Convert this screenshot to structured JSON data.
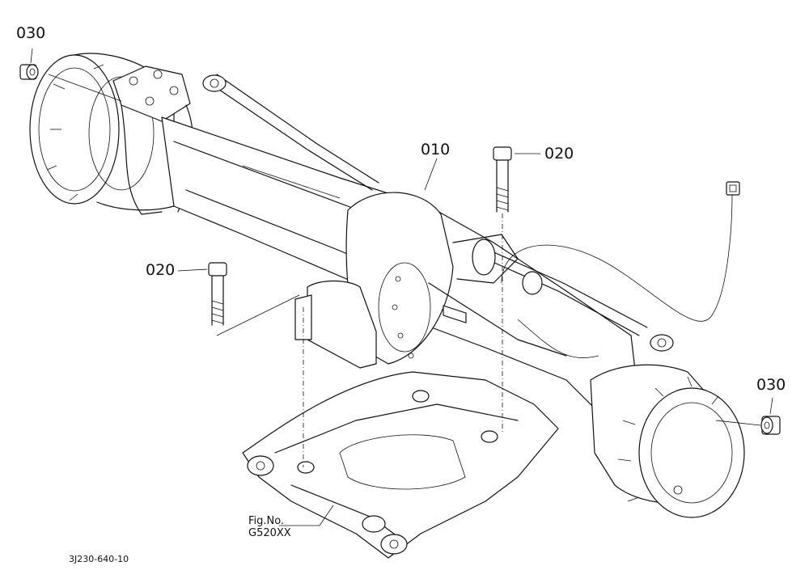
{
  "callouts": {
    "part_030_left": "030",
    "part_030_right": "030",
    "part_010": "010",
    "part_020_upper": "020",
    "part_020_lower": "020"
  },
  "figure_ref": {
    "line1": "Fig.No.",
    "line2": "G520XX"
  },
  "drawing_code": "3J230-640-10"
}
